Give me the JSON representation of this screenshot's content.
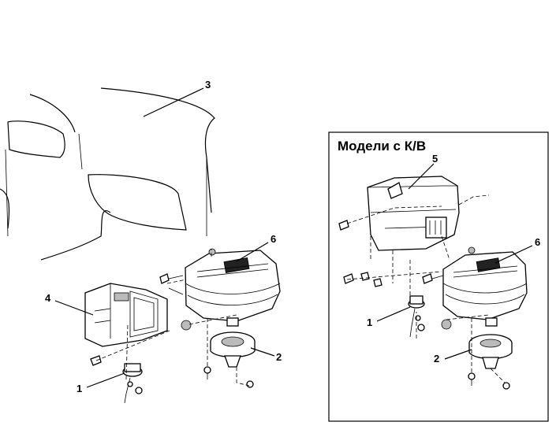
{
  "inset": {
    "title": "Модели с К/В"
  },
  "callouts": {
    "c1": "1",
    "c2": "2",
    "c3": "3",
    "c4": "4",
    "c6": "6",
    "i1": "1",
    "i2": "2",
    "i5": "5",
    "i6": "6"
  }
}
